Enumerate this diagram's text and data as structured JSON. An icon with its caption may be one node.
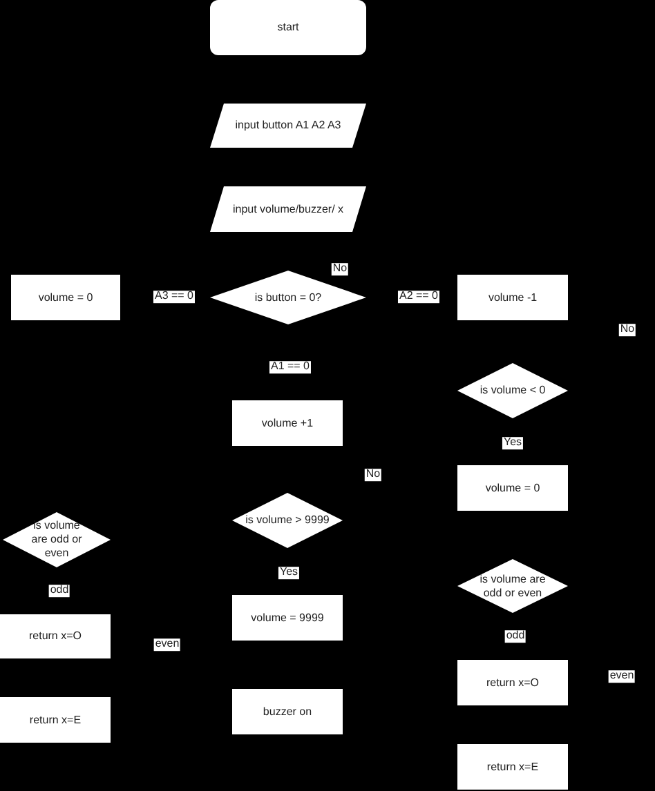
{
  "diagram": {
    "nodes": [
      {
        "text": [
          "start"
        ]
      },
      {
        "text": [
          "input button A1 A2 A3"
        ]
      },
      {
        "text": [
          "input volume/buzzer/ x"
        ]
      },
      {
        "text": [
          "volume = 0"
        ]
      },
      {
        "text": [
          "is button = 0?"
        ]
      },
      {
        "text": [
          "volume -1"
        ]
      },
      {
        "text": [
          "is volume < 0"
        ]
      },
      {
        "text": [
          "volume +1"
        ]
      },
      {
        "text": [
          "volume = 0"
        ]
      },
      {
        "text": [
          "is volume > 9999"
        ]
      },
      {
        "text": [
          "is volume are odd or even"
        ]
      },
      {
        "text": [
          "is volume are odd or even"
        ]
      },
      {
        "text": [
          "volume = 9999"
        ]
      },
      {
        "text": [
          "return x=O"
        ]
      },
      {
        "text": [
          "return x=O"
        ]
      },
      {
        "text": [
          "buzzer on"
        ]
      },
      {
        "text": [
          "return x=E"
        ]
      },
      {
        "text": [
          "return x=E"
        ]
      }
    ],
    "labels": [
      "No",
      "A3 == 0",
      "A2 == 0",
      "No",
      "A1 == 0",
      "Yes",
      "No",
      "Yes",
      "odd",
      "odd",
      "even",
      "even"
    ]
  }
}
